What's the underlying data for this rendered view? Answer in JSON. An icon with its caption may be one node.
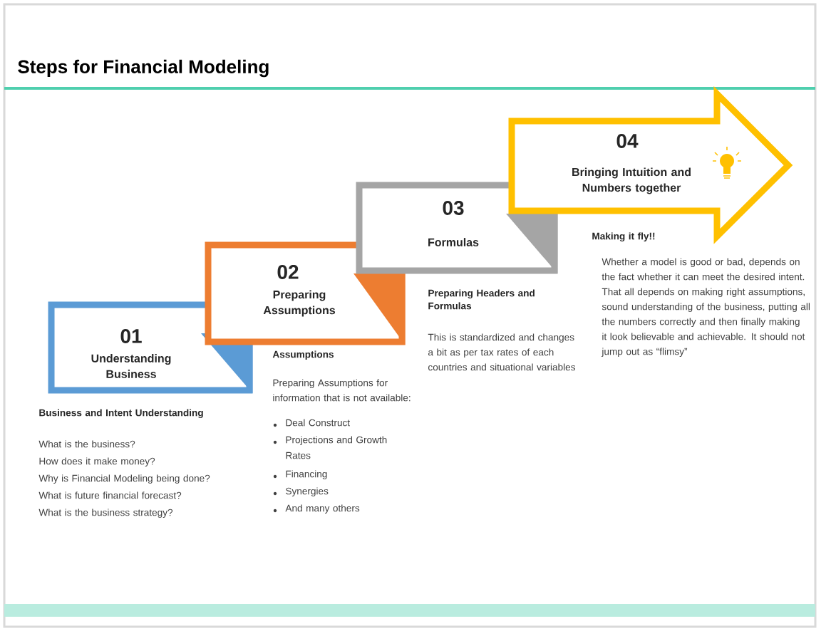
{
  "diagram": {
    "title": "Steps for Financial Modeling",
    "nodes": [
      {
        "text": [
          "01",
          "Understanding Business"
        ],
        "beside": [
          "Business and Intent Understanding",
          "What is the business?",
          "How does it make money?",
          "Why is Financial Modeling being done?",
          "What is future financial forecast?",
          "What is the business strategy?"
        ]
      },
      {
        "text": [
          "02",
          "Preparing Assumptions"
        ],
        "beside": [
          "Assumptions",
          "Preparing Assumptions for information that is not available:",
          "Deal Construct",
          "Projections and Growth Rates",
          "Financing",
          "Synergies",
          "And many others"
        ]
      },
      {
        "text": [
          "03",
          "Formulas"
        ],
        "beside": [
          "Preparing Headers and Formulas",
          "This is standardized and changes a bit as per tax rates of each countries and situational variables"
        ]
      },
      {
        "text": [
          "04",
          "Bringing Intuition and Numbers together"
        ],
        "beside": [
          "Making it fly!!",
          "Whether a model is good or bad, depends on the fact whether it can meet the desired intent. That all depends on making right assumptions, sound understanding of the business, putting all the numbers correctly and then finally making it look believable and achievable. It should not jump out as “flimsy”"
        ]
      }
    ],
    "edges": []
  }
}
